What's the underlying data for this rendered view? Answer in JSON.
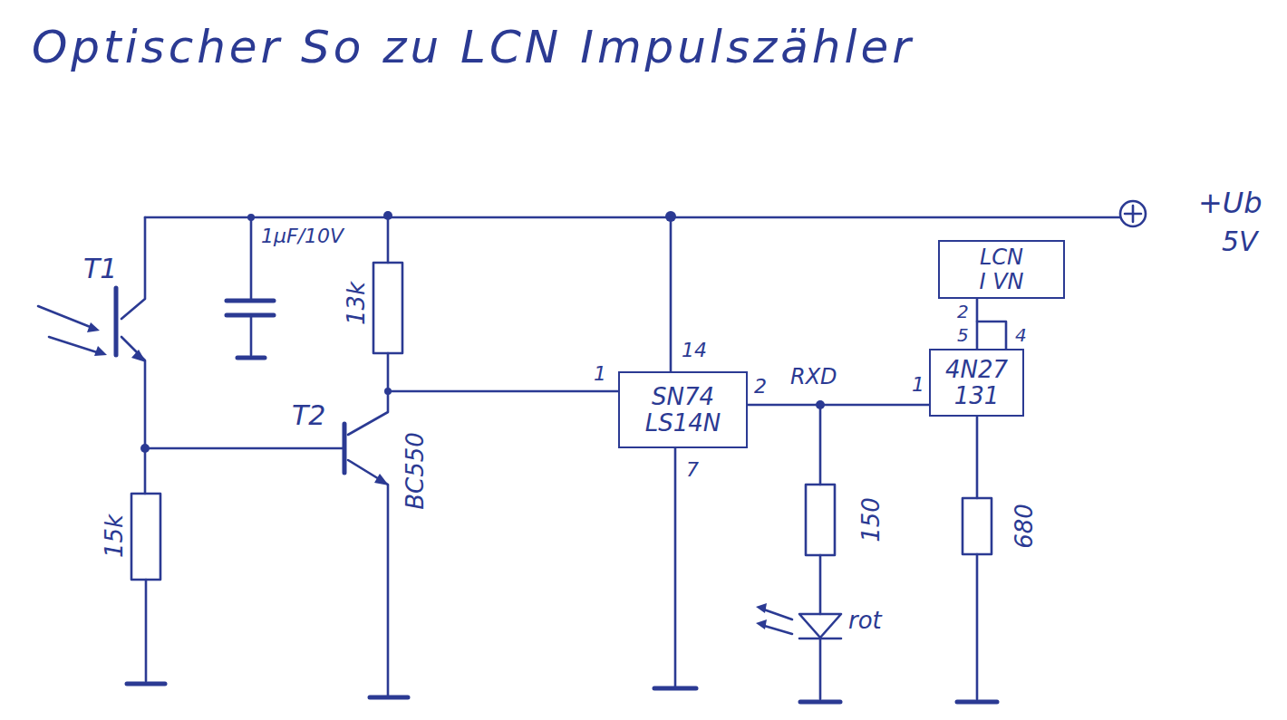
{
  "diagram": {
    "title": "Optischer So zu LCN Impulszähler",
    "nodes": [
      {
        "text": [
          "LCN",
          "I VN"
        ]
      },
      {
        "text": [
          "SN74 LS14N"
        ]
      },
      {
        "text": [
          "4N27",
          "131"
        ]
      }
    ],
    "edges": [
      {
        "from": 1,
        "to": 2,
        "label": "RXD",
        "arrow": "none"
      },
      {
        "from": 2,
        "to": 0,
        "arrow": "none"
      }
    ],
    "labels": [
      "T1",
      "1µF/10V",
      "13k",
      "T2",
      "BC550",
      "15k",
      "1",
      "14",
      "2",
      "7",
      "150",
      "rot",
      "1",
      "5",
      "4",
      "2",
      "680",
      "+Ub",
      "5V"
    ]
  }
}
